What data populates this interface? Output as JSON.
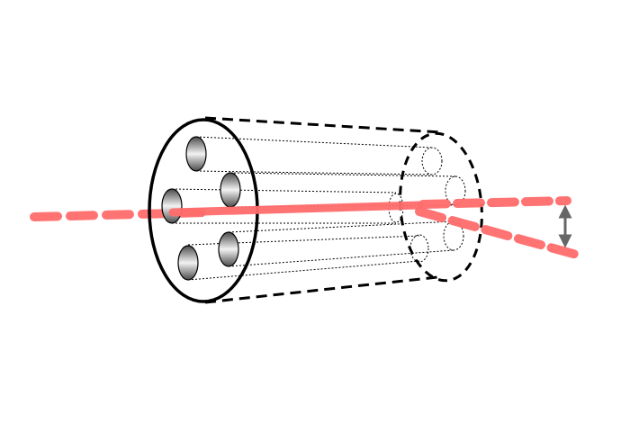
{
  "colors": {
    "background": "#ffffff",
    "outline": "#000000",
    "beam": "#ff6b6b",
    "arrow": "#666666",
    "rod_dark": "#4a4a4a",
    "rod_light": "#f2f2f2"
  },
  "diagram": {
    "elements": [
      "cylindrical-bundle",
      "six-rods",
      "incoming-beam",
      "deflected-beam",
      "offset-arrow"
    ]
  }
}
